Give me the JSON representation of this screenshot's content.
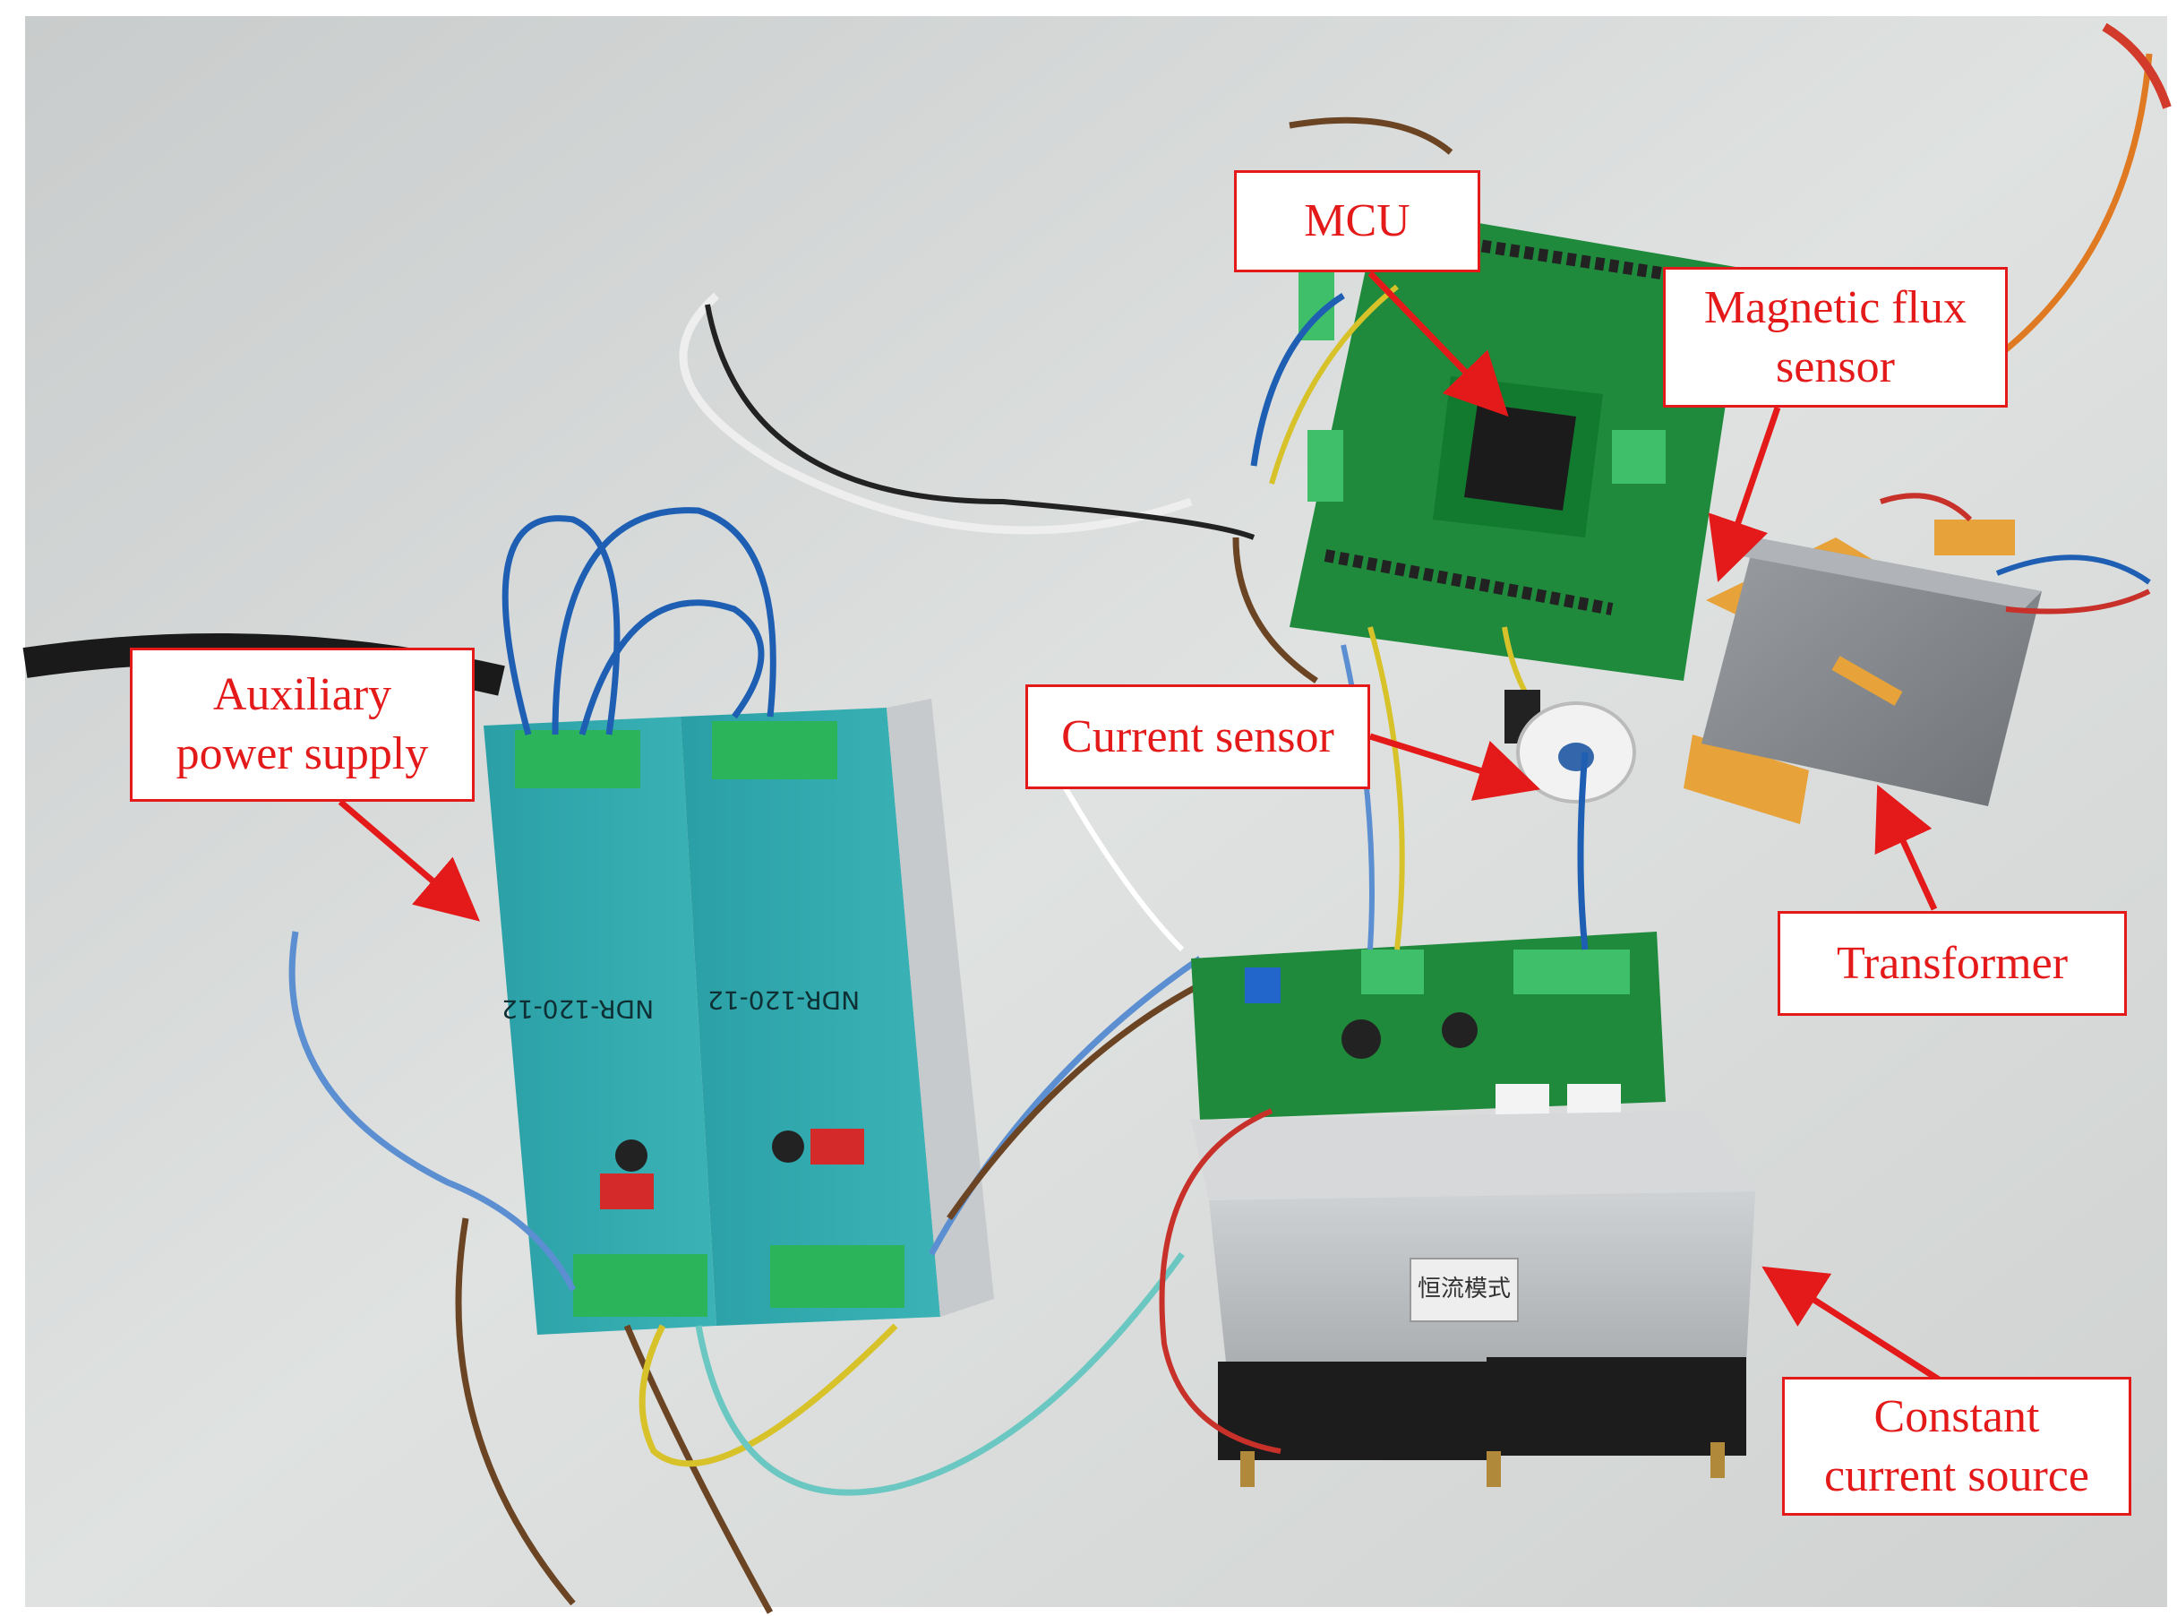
{
  "labels": {
    "mcu": "MCU",
    "magnetic_flux_sensor": "Magnetic flux\nsensor",
    "auxiliary_power_supply": "Auxiliary\npower supply",
    "current_sensor": "Current sensor",
    "transformer": "Transformer",
    "constant_current_source": "Constant\ncurrent source"
  },
  "device_markings": {
    "psu_model_left": "NDR-120-12",
    "psu_model_right": "NDR-120-12",
    "heatsink_sticker": "恒流模式"
  },
  "colors": {
    "label_text": "#e41a1a",
    "label_border": "#e41a1a",
    "arrow": "#e41a1a",
    "psu_body": "#2fa3a8",
    "pcb_green": "#1f8a3b",
    "table": "#d9dcdc"
  }
}
